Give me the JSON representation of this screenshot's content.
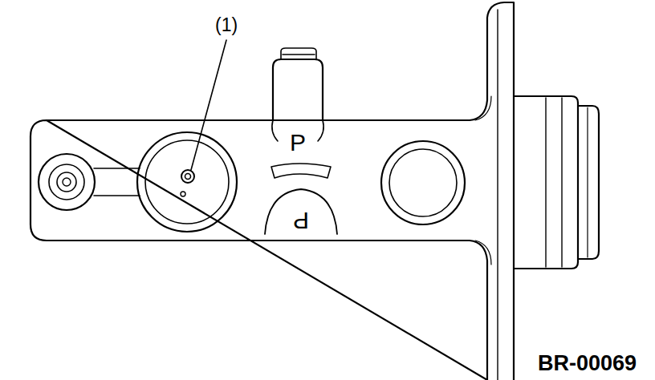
{
  "diagram": {
    "labels": [
      "(1)",
      "P",
      "P",
      "BR-00069"
    ]
  }
}
